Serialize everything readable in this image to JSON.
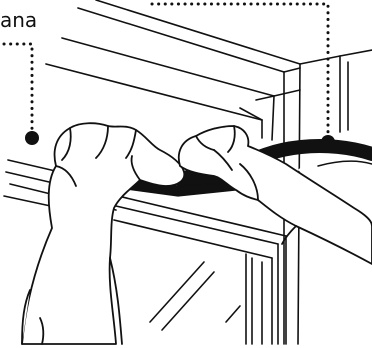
{
  "callouts": {
    "left_label": "ana"
  },
  "colors": {
    "line": "#111111",
    "background": "#ffffff",
    "seal_strip": "#111111"
  },
  "parts": {
    "window_frame": "window-frame-diagram",
    "seal_strip": "rubber-seal-strip",
    "seal_roll": "seal-roll",
    "hands": "hands-installing-seal"
  }
}
